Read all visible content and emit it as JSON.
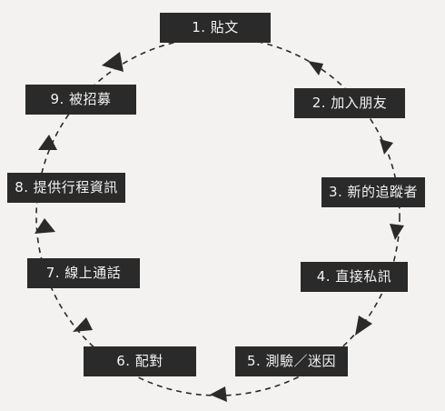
{
  "colors": {
    "box_fill": "#2a2a2a",
    "box_text": "#f2f2f2",
    "connector": "#2a2a2a",
    "background": "#f3f2f0"
  },
  "diagram": {
    "type": "cycle",
    "direction": "clockwise",
    "connector_style": "dashed",
    "steps": [
      {
        "id": "step-1",
        "label": "1. 貼文"
      },
      {
        "id": "step-2",
        "label": "2. 加入朋友"
      },
      {
        "id": "step-3",
        "label": "3. 新的追蹤者"
      },
      {
        "id": "step-4",
        "label": "4. 直接私訊"
      },
      {
        "id": "step-5",
        "label": "5. 測驗／迷因"
      },
      {
        "id": "step-6",
        "label": "6. 配對"
      },
      {
        "id": "step-7",
        "label": "7. 線上通話"
      },
      {
        "id": "step-8",
        "label": "8. 提供行程資訊"
      },
      {
        "id": "step-9",
        "label": "9. 被招募"
      }
    ]
  }
}
